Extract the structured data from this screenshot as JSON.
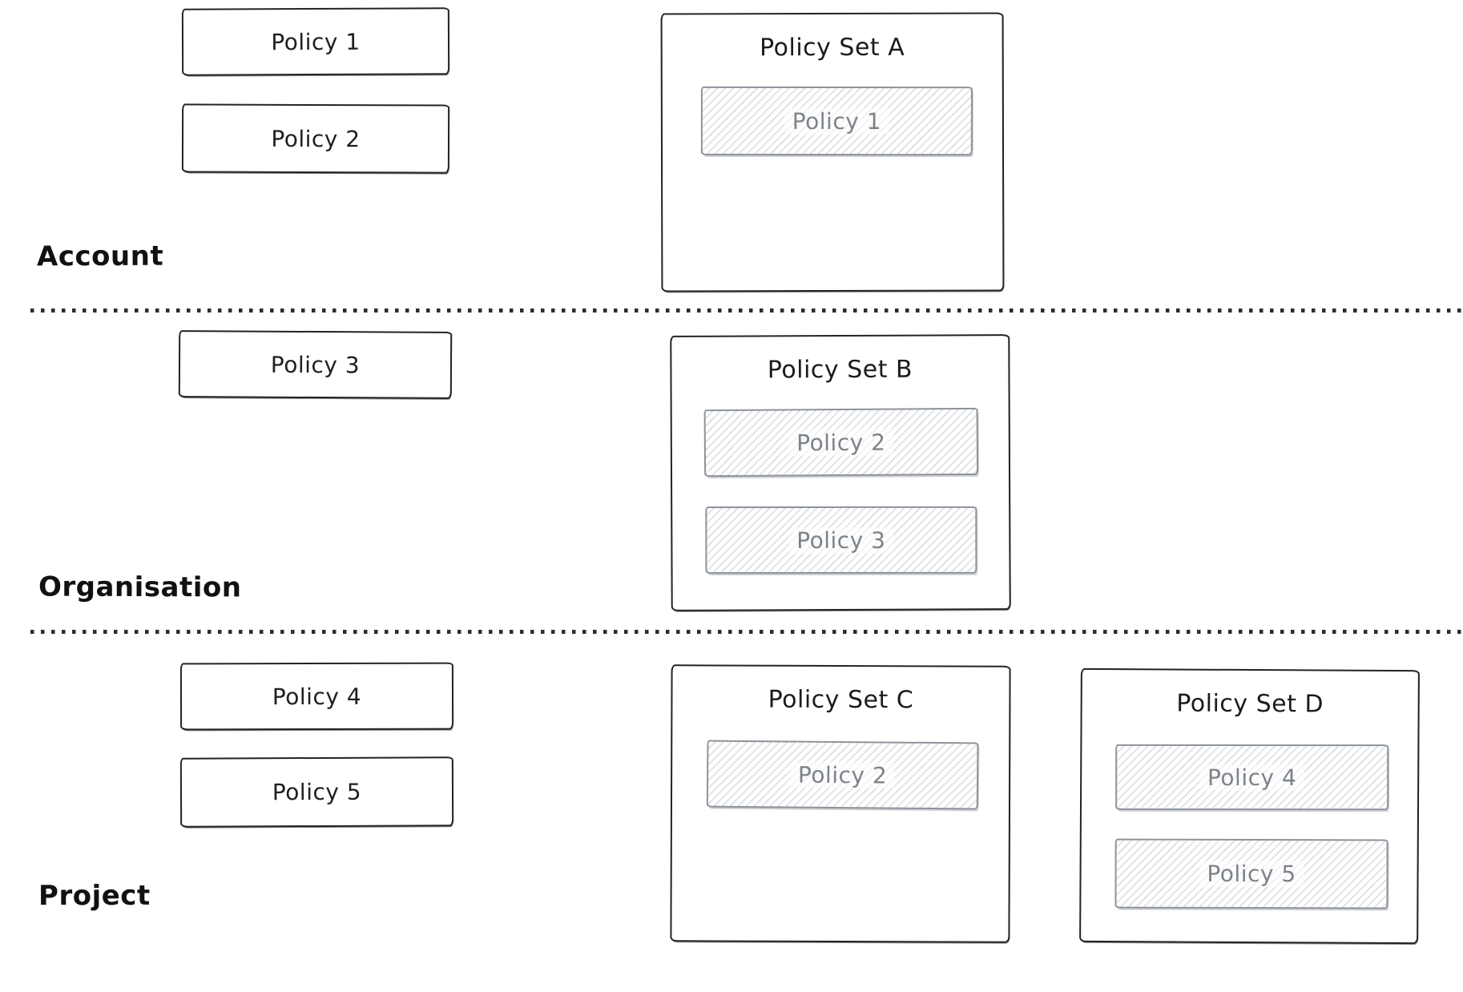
{
  "tiers": [
    {
      "label": "Account",
      "policies": [
        {
          "label": "Policy 1"
        },
        {
          "label": "Policy 2"
        }
      ],
      "policy_sets": [
        {
          "title": "Policy Set A",
          "members": [
            {
              "label": "Policy 1"
            }
          ]
        }
      ]
    },
    {
      "label": "Organisation",
      "policies": [
        {
          "label": "Policy 3"
        }
      ],
      "policy_sets": [
        {
          "title": "Policy Set B",
          "members": [
            {
              "label": "Policy 2"
            },
            {
              "label": "Policy 3"
            }
          ]
        }
      ]
    },
    {
      "label": "Project",
      "policies": [
        {
          "label": "Policy 4"
        },
        {
          "label": "Policy 5"
        }
      ],
      "policy_sets": [
        {
          "title": "Policy Set C",
          "members": [
            {
              "label": "Policy 2"
            }
          ]
        },
        {
          "title": "Policy Set D",
          "members": [
            {
              "label": "Policy 4"
            },
            {
              "label": "Policy 5"
            }
          ]
        }
      ]
    }
  ],
  "colors": {
    "ink": "#1f1f1f",
    "muted_ink": "#7d828a",
    "hatch_line": "#d9dde1",
    "hatch_border": "#8d939a",
    "background": "#ffffff"
  }
}
